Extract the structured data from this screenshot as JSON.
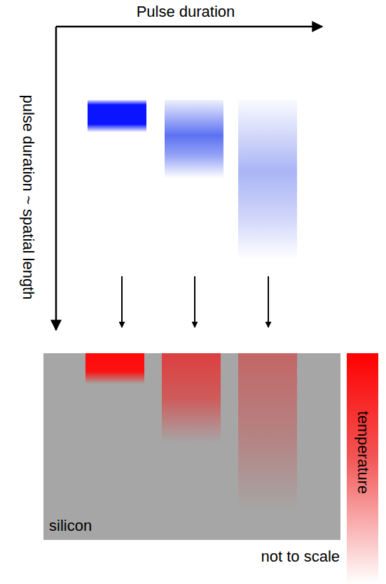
{
  "diagram": {
    "nodes": [
      {
        "text": [
          "silicon"
        ]
      },
      {
        "text": [
          "temperature"
        ]
      }
    ],
    "labels": [
      "Pulse duration",
      "pulse duration ~ spatial length",
      "not to scale"
    ]
  }
}
